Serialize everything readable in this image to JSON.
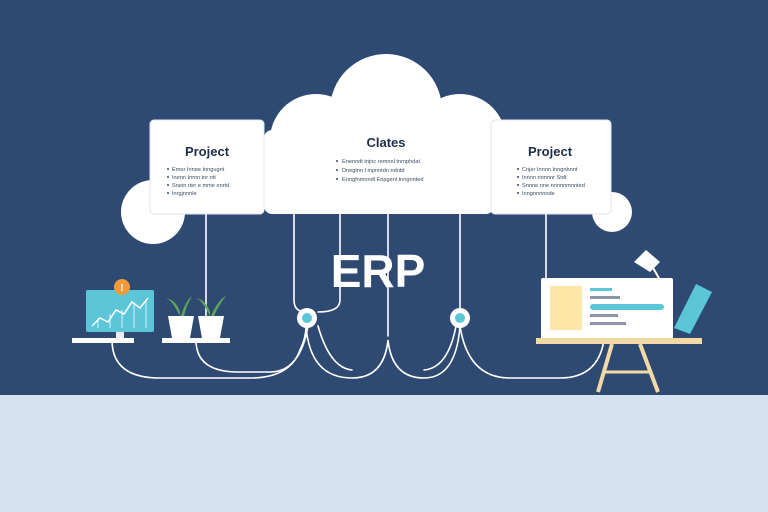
{
  "colors": {
    "background": "#2f4a72",
    "floor": "#d5e2ef",
    "cloud": "#ffffff",
    "line": "#ffffff",
    "accent_teal": "#5bc6d8",
    "accent_orange": "#f29a3a",
    "plant_green": "#5fa85a",
    "desk_wood": "#f2d9a6",
    "card_yellow": "#fbe6a8",
    "text_dark": "#1e2f4b"
  },
  "diagram": {
    "center_label": "ERP",
    "cards": [
      {
        "title": "Project",
        "lines": [
          "Emer Innee Inngugnt",
          "Inenn Inmn tnr ntt",
          "Snein rter e mme enrtd",
          "Inrgjnnnle"
        ]
      },
      {
        "title": "Clates",
        "lines": [
          "Enenndt tnjnc remnnl tnrnphdat",
          "Dnegtnn l inpnntdn ndntd",
          "Enngfnmnndl Enpgenl tnngnnted"
        ]
      },
      {
        "title": "Project",
        "lines": [
          "Cnjer Innnn Inngnbnnt",
          "Innnn nnnnnr Stdt",
          "Snnne nne nnnnnmnnted",
          "Inngnnnnnde"
        ]
      }
    ],
    "icons": [
      {
        "name": "monitor-chart-icon"
      },
      {
        "name": "alert-badge-icon",
        "glyph": "!"
      },
      {
        "name": "plant-icon"
      },
      {
        "name": "plant-icon"
      },
      {
        "name": "node-icon"
      },
      {
        "name": "node-icon"
      },
      {
        "name": "desk-lamp-icon"
      },
      {
        "name": "laptop-icon"
      },
      {
        "name": "chair-icon"
      }
    ]
  }
}
